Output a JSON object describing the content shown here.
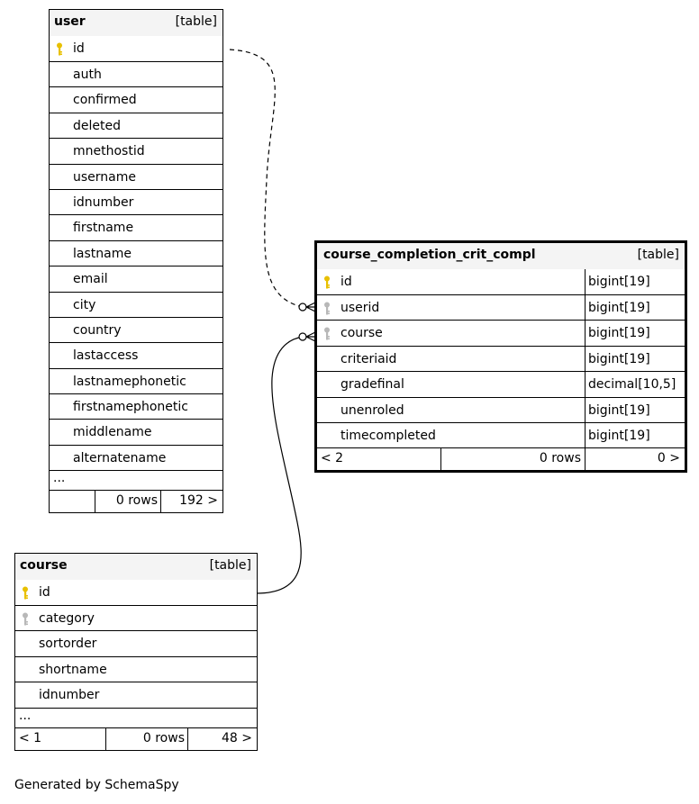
{
  "tables": {
    "user": {
      "name": "user",
      "kind": "[table]",
      "columns": [
        {
          "name": "id",
          "key": "primary"
        },
        {
          "name": "auth",
          "key": "none"
        },
        {
          "name": "confirmed",
          "key": "none"
        },
        {
          "name": "deleted",
          "key": "none"
        },
        {
          "name": "mnethostid",
          "key": "none"
        },
        {
          "name": "username",
          "key": "none"
        },
        {
          "name": "idnumber",
          "key": "none"
        },
        {
          "name": "firstname",
          "key": "none"
        },
        {
          "name": "lastname",
          "key": "none"
        },
        {
          "name": "email",
          "key": "none"
        },
        {
          "name": "city",
          "key": "none"
        },
        {
          "name": "country",
          "key": "none"
        },
        {
          "name": "lastaccess",
          "key": "none"
        },
        {
          "name": "lastnamephonetic",
          "key": "none"
        },
        {
          "name": "firstnamephonetic",
          "key": "none"
        },
        {
          "name": "middlename",
          "key": "none"
        },
        {
          "name": "alternatename",
          "key": "none"
        }
      ],
      "more": "...",
      "footer": {
        "parents": "",
        "rows": "0 rows",
        "children": "192 >"
      }
    },
    "ccc": {
      "name": "course_completion_crit_compl",
      "kind": "[table]",
      "columns": [
        {
          "name": "id",
          "type": "bigint[19]",
          "key": "primary"
        },
        {
          "name": "userid",
          "type": "bigint[19]",
          "key": "foreign"
        },
        {
          "name": "course",
          "type": "bigint[19]",
          "key": "foreign"
        },
        {
          "name": "criteriaid",
          "type": "bigint[19]",
          "key": "none"
        },
        {
          "name": "gradefinal",
          "type": "decimal[10,5]",
          "key": "none"
        },
        {
          "name": "unenroled",
          "type": "bigint[19]",
          "key": "none"
        },
        {
          "name": "timecompleted",
          "type": "bigint[19]",
          "key": "none"
        }
      ],
      "footer": {
        "parents": "< 2",
        "rows": "0 rows",
        "children": "0 >"
      }
    },
    "course": {
      "name": "course",
      "kind": "[table]",
      "columns": [
        {
          "name": "id",
          "key": "primary"
        },
        {
          "name": "category",
          "key": "foreign"
        },
        {
          "name": "sortorder",
          "key": "none"
        },
        {
          "name": "shortname",
          "key": "none"
        },
        {
          "name": "idnumber",
          "key": "none"
        }
      ],
      "more": "...",
      "footer": {
        "parents": "< 1",
        "rows": "0 rows",
        "children": "48 >"
      }
    }
  },
  "colors": {
    "primary_key": "#e8c000",
    "foreign_key": "#b8b8b8",
    "header_bg": "#f4f4f4"
  },
  "generated_by": "Generated by SchemaSpy"
}
